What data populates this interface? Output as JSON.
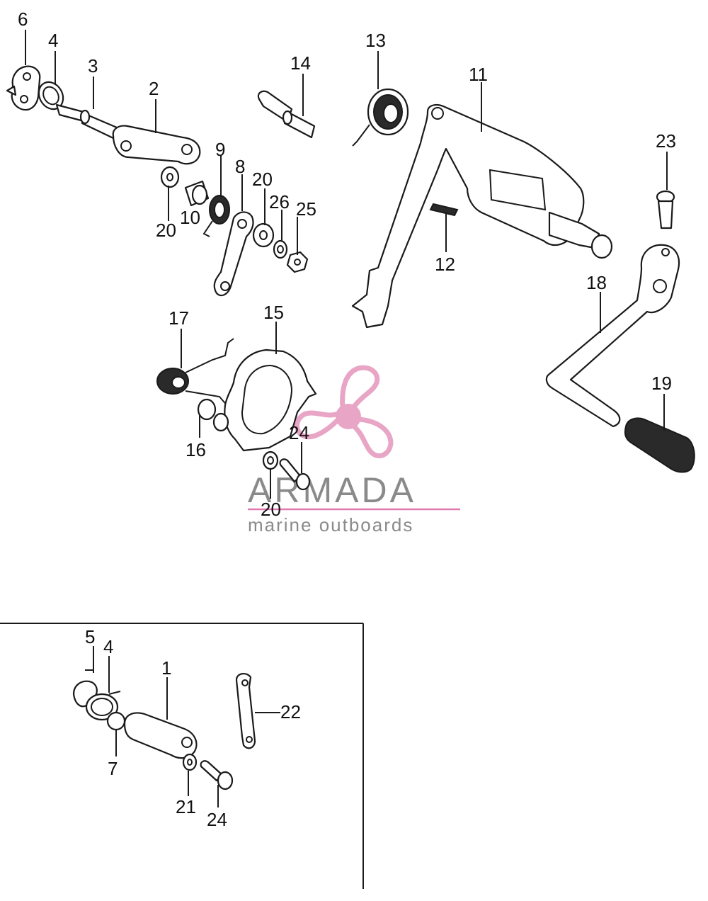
{
  "watermark": {
    "brand": "ARMADA",
    "tagline": "marine outboards",
    "logo_color": "#e8a5c6",
    "line_color": "#e07ab0"
  },
  "callouts": {
    "n1": "1",
    "n2": "2",
    "n3": "3",
    "n4a": "4",
    "n4b": "4",
    "n5": "5",
    "n6": "6",
    "n7": "7",
    "n8": "8",
    "n9": "9",
    "n10": "10",
    "n11": "11",
    "n12": "12",
    "n13": "13",
    "n14": "14",
    "n15": "15",
    "n16": "16",
    "n17": "17",
    "n18": "18",
    "n19": "19",
    "n20a": "20",
    "n20b": "20",
    "n20c": "20",
    "n21": "21",
    "n22": "22",
    "n23": "23",
    "n24a": "24",
    "n24b": "24",
    "n25": "25",
    "n26": "26"
  }
}
